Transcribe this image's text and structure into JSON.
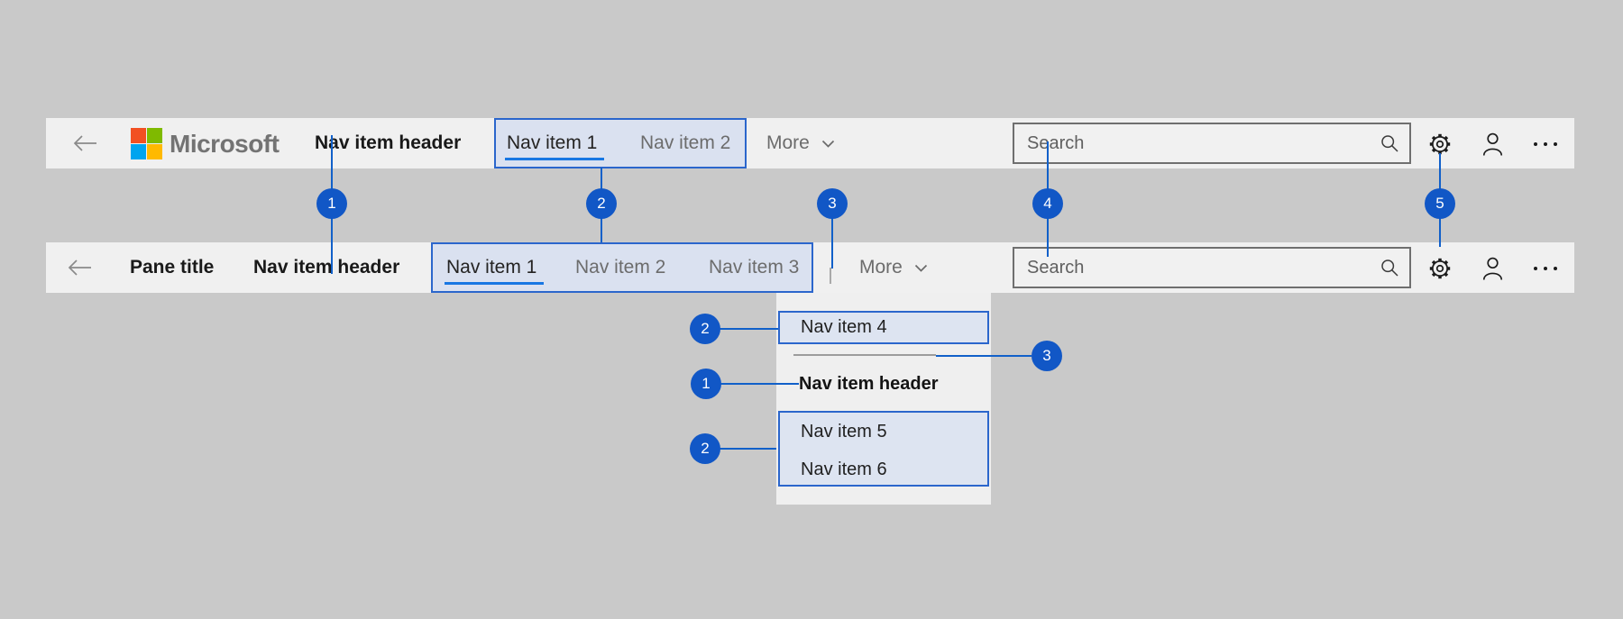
{
  "figure": {
    "description_background": "#c9c9c9"
  },
  "colors": {
    "accent_blue": "#1160c9",
    "callout_circle": "#1157c6",
    "selection_underline": "#1877e3",
    "highlight_fill": "#dae1f0",
    "highlight_border": "#2b66cc",
    "bar_background": "#f0f0f0",
    "panel_background": "#efefef",
    "logo_red": "#f25022",
    "logo_green": "#7fba00",
    "logo_blue": "#00a4ef",
    "logo_yellow": "#ffb900"
  },
  "top_bar": {
    "logo_text": "Microsoft",
    "nav_item_header": "Nav item header",
    "tabs": [
      {
        "label": "Nav item 1",
        "selected": true
      },
      {
        "label": "Nav item 2",
        "selected": false
      }
    ],
    "more_label": "More",
    "search_placeholder": "Search"
  },
  "second_bar": {
    "pane_title": "Pane title",
    "nav_item_header": "Nav item header",
    "tabs": [
      {
        "label": "Nav item 1",
        "selected": true
      },
      {
        "label": "Nav item 2",
        "selected": false
      },
      {
        "label": "Nav item 3",
        "selected": false
      }
    ],
    "more_label": "More",
    "search_placeholder": "Search"
  },
  "overflow_menu": {
    "top_items": [
      "Nav item 4"
    ],
    "header": "Nav item header",
    "bottom_items": [
      "Nav item 5",
      "Nav item 6"
    ]
  },
  "callouts": {
    "n1": "1",
    "n2": "2",
    "n3": "3",
    "n4": "4",
    "n5": "5"
  }
}
